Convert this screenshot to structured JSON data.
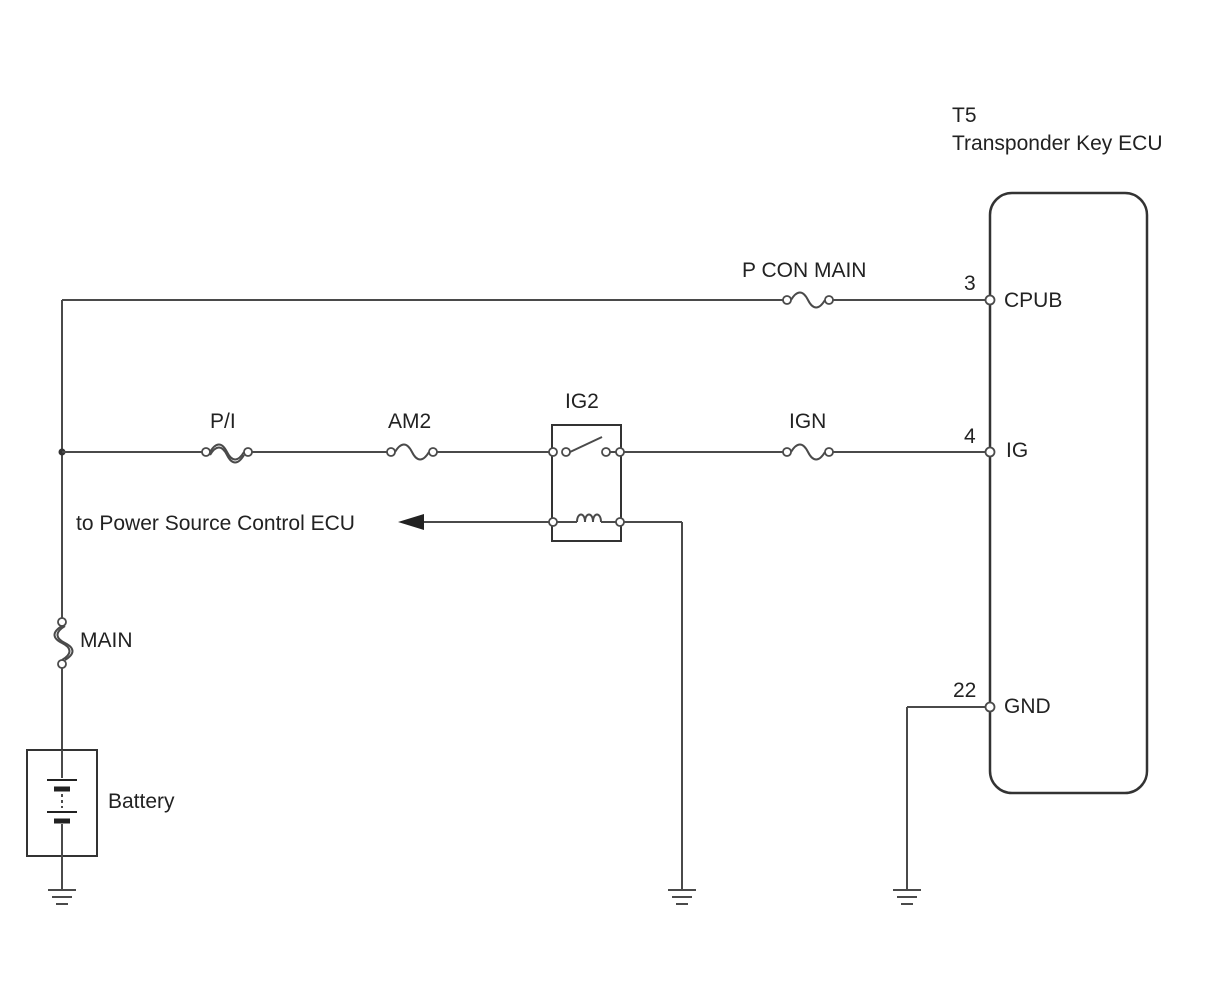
{
  "ecu": {
    "code": "T5",
    "name": "Transponder Key ECU",
    "pins": [
      {
        "number": "3",
        "name": "CPUB"
      },
      {
        "number": "4",
        "name": "IG"
      },
      {
        "number": "22",
        "name": "GND"
      }
    ]
  },
  "fuses": {
    "p_con_main": "P CON MAIN",
    "pi": "P/I",
    "am2": "AM2",
    "ign": "IGN",
    "main": "MAIN"
  },
  "relay": {
    "label": "IG2"
  },
  "arrow_label": "to Power Source Control ECU",
  "battery_label": "Battery"
}
